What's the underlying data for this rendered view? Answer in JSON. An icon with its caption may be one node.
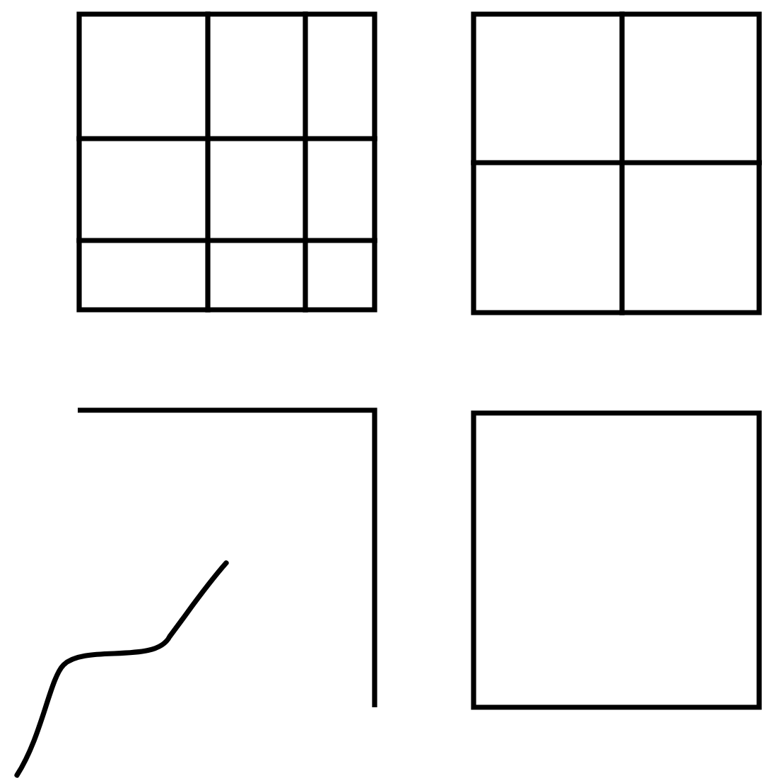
{
  "diagram": {
    "nodes": [
      {
        "text": [],
        "shape": "grid"
      },
      {
        "text": [],
        "shape": "grid"
      },
      {
        "text": [],
        "shape": "corner"
      },
      {
        "text": [],
        "shape": "box"
      }
    ]
  }
}
